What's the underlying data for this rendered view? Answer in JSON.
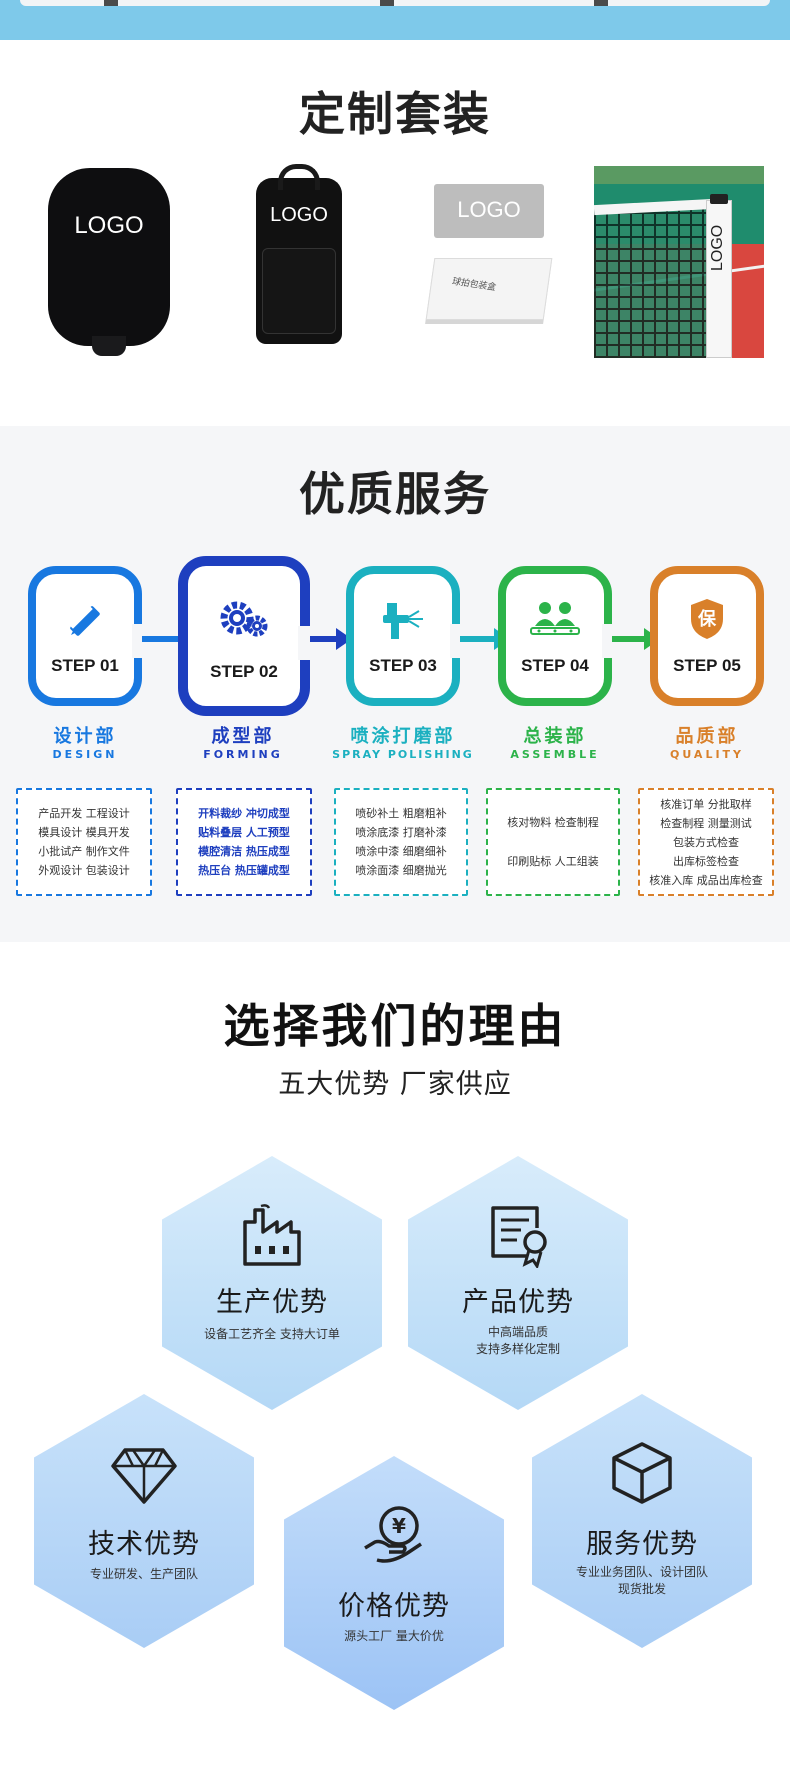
{
  "custom_set": {
    "title": "定制套装",
    "products": [
      {
        "name": "paddle-cover",
        "logo": "LOGO"
      },
      {
        "name": "paddle-bag",
        "logo": "LOGO"
      },
      {
        "name": "gift-box",
        "logo": "LOGO",
        "box_text": "球拍包装盒"
      },
      {
        "name": "net-post",
        "logo": "LOGO"
      }
    ]
  },
  "service": {
    "title": "优质服务",
    "steps": [
      {
        "label": "STEP 01",
        "dept_cn": "设计部",
        "dept_en": "DESIGN",
        "color": "#1878e0",
        "icon": "ruler-pencil-icon",
        "tasks": [
          "产品开发  工程设计",
          "模具设计  模具开发",
          "小批试产  制作文件",
          "外观设计  包装设计"
        ]
      },
      {
        "label": "STEP 02",
        "dept_cn": "成型部",
        "dept_en": "FORMING",
        "color": "#1e3fbf",
        "icon": "gears-icon",
        "tasks": [
          "开料裁纱  冲切成型",
          "贴料叠层  人工预型",
          "模腔清洁  热压成型",
          "热压台  热压罐成型"
        ]
      },
      {
        "label": "STEP 03",
        "dept_cn": "喷涂打磨部",
        "dept_en": "SPRAY POLISHING",
        "color": "#1bb0c0",
        "icon": "spray-gun-icon",
        "tasks": [
          "喷砂补土  粗磨粗补",
          "喷涂底漆  打磨补漆",
          "喷涂中漆  细磨细补",
          "喷涂面漆  细磨抛光"
        ]
      },
      {
        "label": "STEP 04",
        "dept_cn": "总装部",
        "dept_en": "ASSEMBLE",
        "color": "#2cb34a",
        "icon": "workers-icon",
        "tasks": [
          "核对物料  检查制程",
          "印刷贴标  人工组装"
        ]
      },
      {
        "label": "STEP 05",
        "dept_cn": "品质部",
        "dept_en": "QUALITY",
        "color": "#d9802a",
        "icon": "shield-icon",
        "shield_char": "保",
        "tasks": [
          "核准订单 分批取样",
          "检查制程 测量测试",
          "包装方式检查",
          "出库标签检查",
          "核准入库 成品出库检查"
        ]
      }
    ]
  },
  "reasons": {
    "title": "选择我们的理由",
    "subtitle": "五大优势 厂家供应",
    "items": [
      {
        "title": "生产优势",
        "desc": [
          "设备工艺齐全 支持大订单"
        ],
        "icon": "factory-icon"
      },
      {
        "title": "产品优势",
        "desc": [
          "中高端品质",
          "支持多样化定制"
        ],
        "icon": "certificate-icon"
      },
      {
        "title": "技术优势",
        "desc": [
          "专业研发、生产团队"
        ],
        "icon": "diamond-icon"
      },
      {
        "title": "价格优势",
        "desc": [
          "源头工厂 量大价优"
        ],
        "icon": "yuan-coin-icon"
      },
      {
        "title": "服务优势",
        "desc": [
          "专业业务团队、设计团队",
          "现货批发"
        ],
        "icon": "cube-icon"
      }
    ]
  }
}
